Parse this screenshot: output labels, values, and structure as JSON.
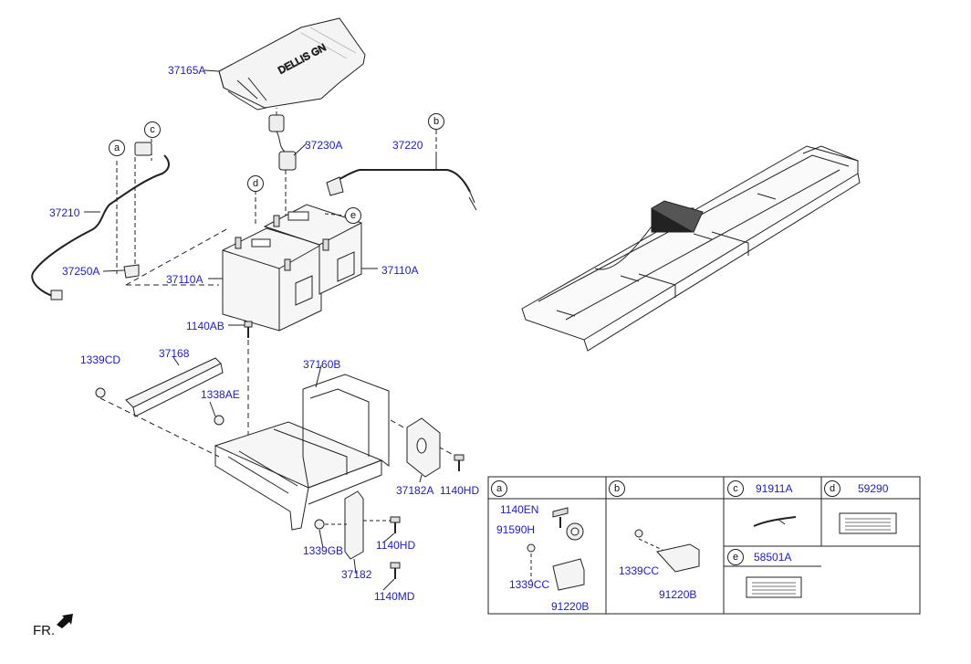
{
  "callouts": {
    "cover": "37165A",
    "connector": "37230A",
    "cable_b": "37220",
    "cable_a": "37210",
    "terminal": "37250A",
    "battery_left": "37110A",
    "battery_right": "37110A",
    "bolt_top": "1140AB",
    "nut_left": "1339CD",
    "clamp": "37168",
    "nut_mid": "1338AE",
    "tray": "37160B",
    "bracket_right": "37182A",
    "bolt_right": "1140HD",
    "nut_bottom": "1339GB",
    "bolt_bottom": "1140HD",
    "bracket_bottom": "37182",
    "bolt_md": "1140MD"
  },
  "markers": {
    "a": "a",
    "b": "b",
    "c": "c",
    "d": "d",
    "e": "e"
  },
  "cover_text": "DELLIS GN",
  "table": {
    "a": {
      "tag": "a",
      "p1": "1140EN",
      "p2": "91590H",
      "p3": "1339CC",
      "p4": "91220B"
    },
    "b": {
      "tag": "b",
      "p1": "1339CC",
      "p2": "91220B"
    },
    "c": {
      "tag": "c",
      "part": "91911A"
    },
    "d": {
      "tag": "d",
      "part": "59290"
    },
    "e": {
      "tag": "e",
      "part": "58501A"
    }
  },
  "fr_label": "FR."
}
